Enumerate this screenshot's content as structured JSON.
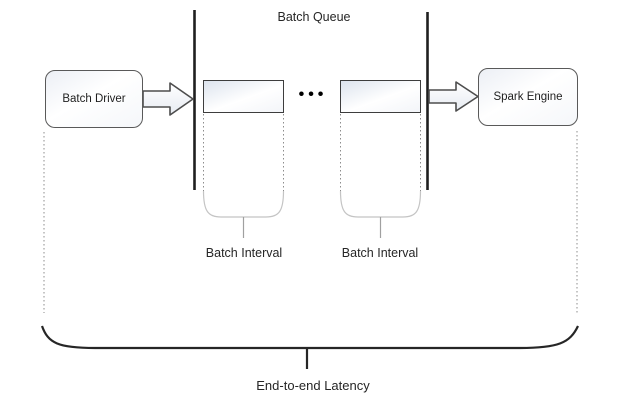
{
  "diagram": {
    "queue": {
      "title": "Batch Queue",
      "ellipsis": "•••",
      "batch_slot_count": 2
    },
    "nodes": {
      "batch_driver": {
        "label": "Batch Driver"
      },
      "spark_engine": {
        "label": "Spark Engine"
      }
    },
    "annotations": {
      "interval_1": "Batch Interval",
      "interval_2": "Batch Interval",
      "latency": "End-to-end Latency"
    },
    "colors": {
      "solid_line": "#262626",
      "node_border": "#595959",
      "batch_box_border": "#3d3d3d",
      "dotted_line": "#8c8c8c",
      "brace_light": "#c4c4c4",
      "brace_stem": "#a0a0a0",
      "text": "#262626",
      "batch_box_fill_top": "#dde4ee",
      "batch_box_fill_bottom": "#ffffff"
    }
  }
}
